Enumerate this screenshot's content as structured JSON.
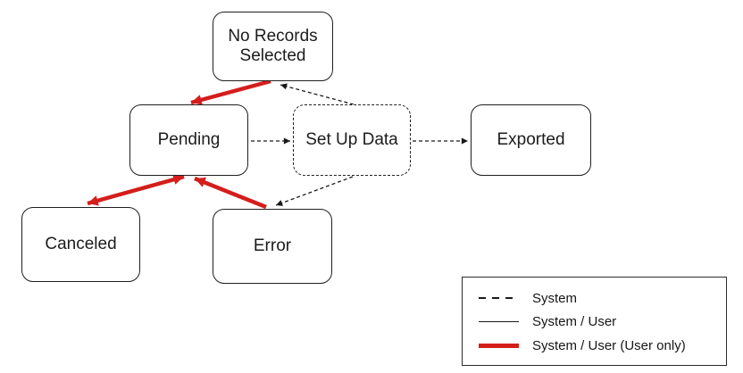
{
  "diagram": {
    "nodes": [
      {
        "id": "no-records-selected",
        "label": "No Records Selected",
        "border": "solid"
      },
      {
        "id": "pending",
        "label": "Pending",
        "border": "solid"
      },
      {
        "id": "set-up-data",
        "label": "Set Up Data",
        "border": "dashed"
      },
      {
        "id": "exported",
        "label": "Exported",
        "border": "solid"
      },
      {
        "id": "canceled",
        "label": "Canceled",
        "border": "solid"
      },
      {
        "id": "error",
        "label": "Error",
        "border": "solid"
      }
    ],
    "edges": [
      {
        "from": "no-records-selected",
        "to": "pending",
        "style": "user-thick-red",
        "bidirectional": false
      },
      {
        "from": "set-up-data",
        "to": "no-records-selected",
        "style": "system-dashed",
        "bidirectional": false
      },
      {
        "from": "pending",
        "to": "set-up-data",
        "style": "system-dashed",
        "bidirectional": false
      },
      {
        "from": "set-up-data",
        "to": "exported",
        "style": "system-dashed",
        "bidirectional": false
      },
      {
        "from": "pending",
        "to": "canceled",
        "style": "user-thick-red",
        "bidirectional": true
      },
      {
        "from": "error",
        "to": "pending",
        "style": "user-thick-red",
        "bidirectional": false
      },
      {
        "from": "set-up-data",
        "to": "error",
        "style": "system-dashed",
        "bidirectional": false
      }
    ]
  },
  "legend": {
    "items": [
      {
        "line_style": "dashed-black",
        "label": "System"
      },
      {
        "line_style": "solid-black",
        "label": "System / User"
      },
      {
        "line_style": "thick-red",
        "label": "System / User (User only)"
      }
    ]
  },
  "colors": {
    "arrow_red": "#d41e1c",
    "line_black": "#1a1a1a",
    "background": "#ffffff"
  }
}
